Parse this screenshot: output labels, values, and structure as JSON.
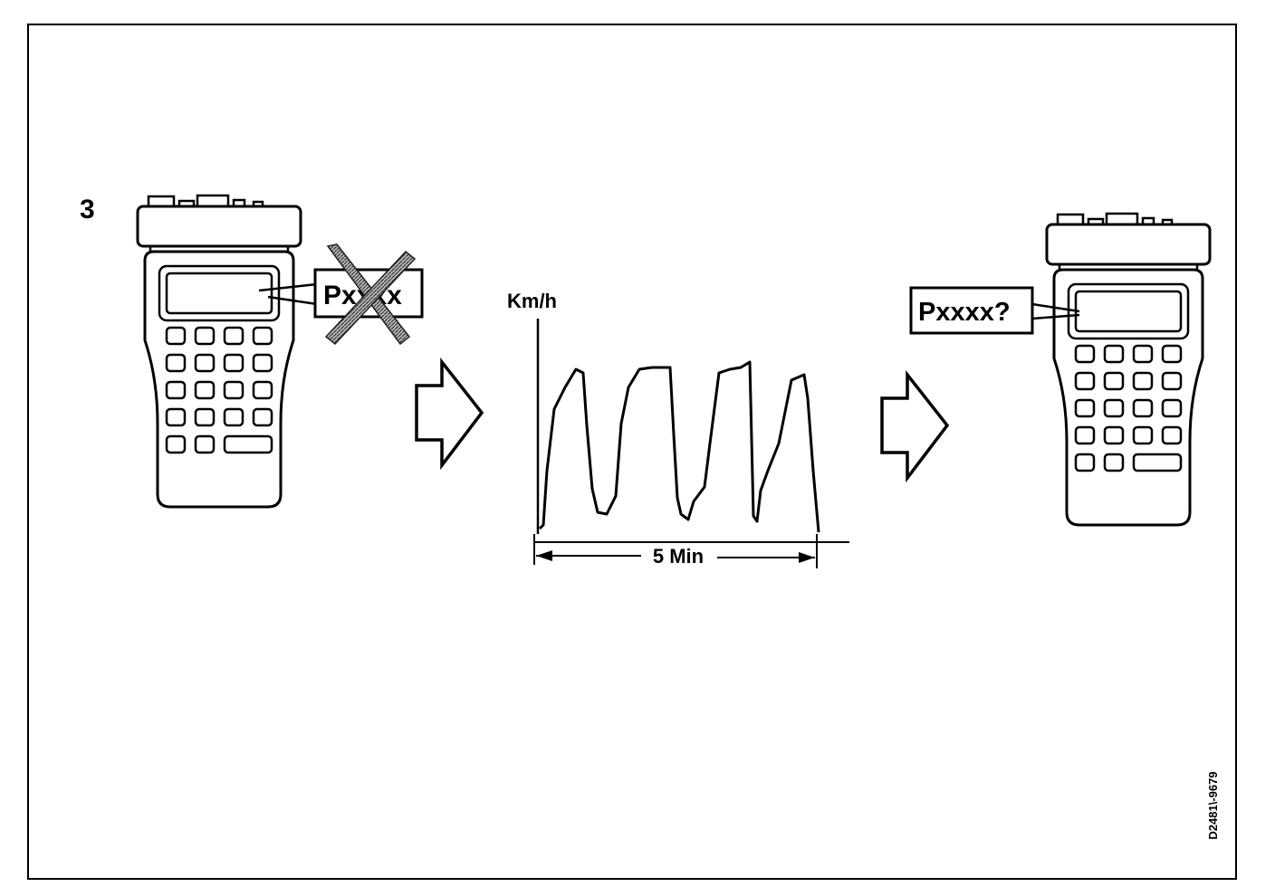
{
  "step_number": "3",
  "left_device": {
    "label": "Pxxxx"
  },
  "chart": {
    "y_label": "Km/h",
    "x_span_label": "5 Min"
  },
  "right_device": {
    "label": "Pxxxx?"
  },
  "reference_code": "D2481\\-9679"
}
